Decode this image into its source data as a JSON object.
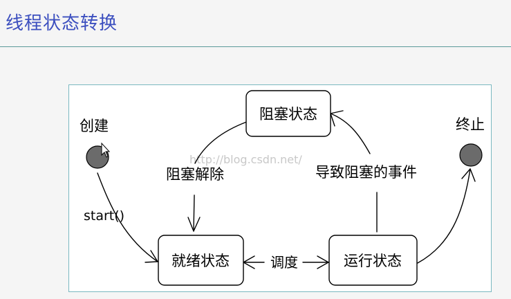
{
  "slide": {
    "title": "线程状态转换"
  },
  "diagram": {
    "states": {
      "blocked": "阻塞状态",
      "ready": "就绪状态",
      "running": "运行状态"
    },
    "endpoints": {
      "create": "创建",
      "terminate": "终止"
    },
    "transitions": {
      "start": "start()",
      "unblock": "阻塞解除",
      "dispatch": "调度",
      "block_event": "导致阻塞的事件"
    },
    "watermark": "http://blog.csdn.net/"
  },
  "colors": {
    "title": "#3c4fbf",
    "endpoint_fill": "#6b6b6b",
    "stroke": "#000000",
    "frame_border": "#7ab8c0"
  }
}
